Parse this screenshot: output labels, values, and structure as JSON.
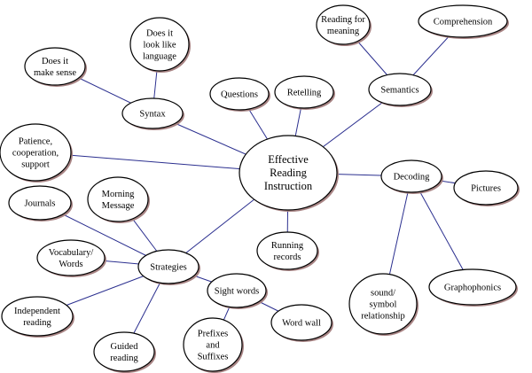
{
  "colors": {
    "edge": "#2b2f8f",
    "node_fill": "#ffffff",
    "node_stroke": "#000000",
    "shadow": "#a88484"
  },
  "nodes": [
    {
      "id": "central",
      "lines": [
        "Effective",
        "Reading",
        "Instruction"
      ]
    },
    {
      "id": "syntax",
      "lines": [
        "Syntax"
      ]
    },
    {
      "id": "does-it-make-sense",
      "lines": [
        "Does it",
        "make sense"
      ]
    },
    {
      "id": "does-it-look-like-language",
      "lines": [
        "Does it",
        "look like",
        "language"
      ]
    },
    {
      "id": "questions",
      "lines": [
        "Questions"
      ]
    },
    {
      "id": "retelling",
      "lines": [
        "Retelling"
      ]
    },
    {
      "id": "semantics",
      "lines": [
        "Semantics"
      ]
    },
    {
      "id": "reading-for-meaning",
      "lines": [
        "Reading for",
        "meaning"
      ]
    },
    {
      "id": "comprehension",
      "lines": [
        "Comprehension"
      ]
    },
    {
      "id": "patience",
      "lines": [
        "Patience,",
        "cooperation,",
        "support"
      ]
    },
    {
      "id": "decoding",
      "lines": [
        "Decoding"
      ]
    },
    {
      "id": "pictures",
      "lines": [
        "Pictures"
      ]
    },
    {
      "id": "sound-symbol",
      "lines": [
        "sound/",
        "symbol",
        "relationship"
      ]
    },
    {
      "id": "graphophonics",
      "lines": [
        "Graphophonics"
      ]
    },
    {
      "id": "running-records",
      "lines": [
        "Running",
        "records"
      ]
    },
    {
      "id": "strategies",
      "lines": [
        "Strategies"
      ]
    },
    {
      "id": "journals",
      "lines": [
        "Journals"
      ]
    },
    {
      "id": "morning-message",
      "lines": [
        "Morning",
        "Message"
      ]
    },
    {
      "id": "vocabulary-words",
      "lines": [
        "Vocabulary/",
        "Words"
      ]
    },
    {
      "id": "independent-reading",
      "lines": [
        "Independent",
        "reading"
      ]
    },
    {
      "id": "guided-reading",
      "lines": [
        "Guided",
        "reading"
      ]
    },
    {
      "id": "sight-words",
      "lines": [
        "Sight words"
      ]
    },
    {
      "id": "word-wall",
      "lines": [
        "Word wall"
      ]
    },
    {
      "id": "prefixes-suffixes",
      "lines": [
        "Prefixes",
        "and",
        "Suffixes"
      ]
    }
  ],
  "edges": [
    [
      "central",
      "syntax"
    ],
    [
      "central",
      "questions"
    ],
    [
      "central",
      "retelling"
    ],
    [
      "central",
      "semantics"
    ],
    [
      "central",
      "patience"
    ],
    [
      "central",
      "decoding"
    ],
    [
      "central",
      "running-records"
    ],
    [
      "central",
      "strategies"
    ],
    [
      "syntax",
      "does-it-make-sense"
    ],
    [
      "syntax",
      "does-it-look-like-language"
    ],
    [
      "semantics",
      "reading-for-meaning"
    ],
    [
      "semantics",
      "comprehension"
    ],
    [
      "decoding",
      "pictures"
    ],
    [
      "decoding",
      "sound-symbol"
    ],
    [
      "decoding",
      "graphophonics"
    ],
    [
      "strategies",
      "journals"
    ],
    [
      "strategies",
      "morning-message"
    ],
    [
      "strategies",
      "vocabulary-words"
    ],
    [
      "strategies",
      "independent-reading"
    ],
    [
      "strategies",
      "guided-reading"
    ],
    [
      "strategies",
      "sight-words"
    ],
    [
      "sight-words",
      "word-wall"
    ],
    [
      "sight-words",
      "prefixes-suffixes"
    ]
  ]
}
